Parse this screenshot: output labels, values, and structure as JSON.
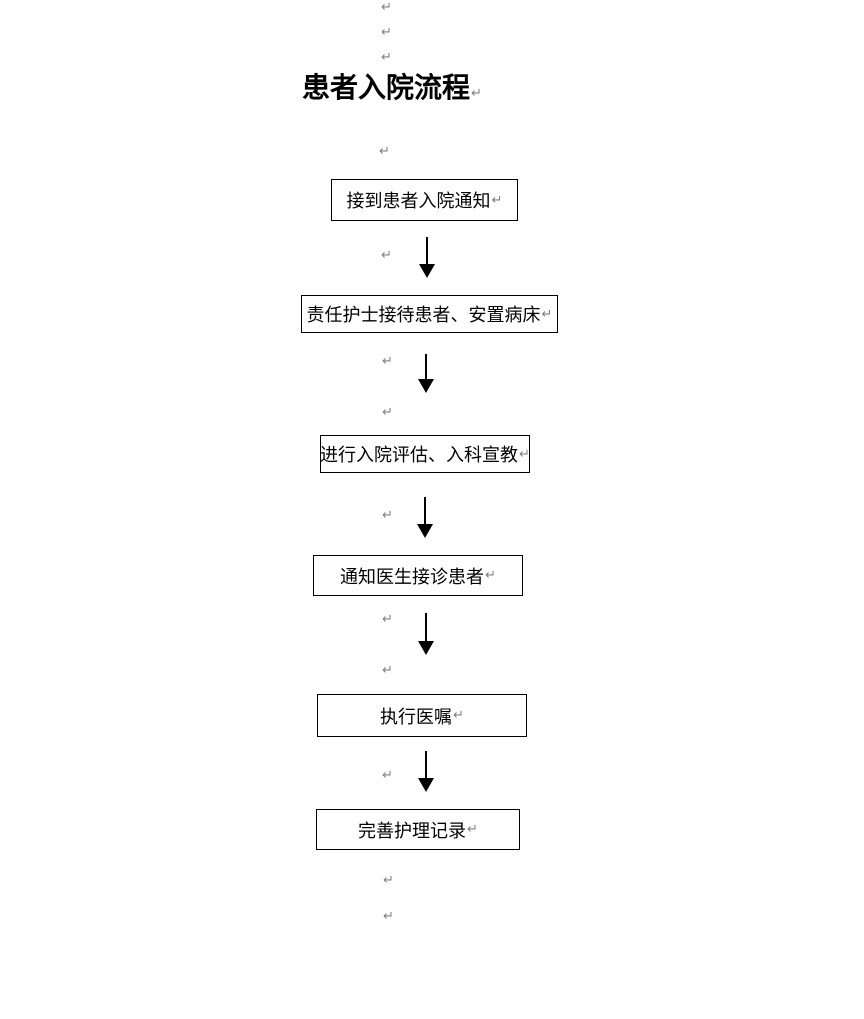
{
  "page": {
    "background_color": "#ffffff",
    "paragraph_mark": "↵",
    "paragraph_mark_color": "#7f7f7f"
  },
  "document": {
    "title": "患者入院流程"
  },
  "flowchart": {
    "box_border_color": "#000000",
    "arrow_color": "#000000",
    "nodes": [
      {
        "label": "接到患者入院通知"
      },
      {
        "label": "责任护士接待患者、安置病床"
      },
      {
        "label": "进行入院评估、入科宣教"
      },
      {
        "label": "通知医生接诊患者"
      },
      {
        "label": "执行医嘱"
      },
      {
        "label": "完善护理记录"
      }
    ]
  }
}
